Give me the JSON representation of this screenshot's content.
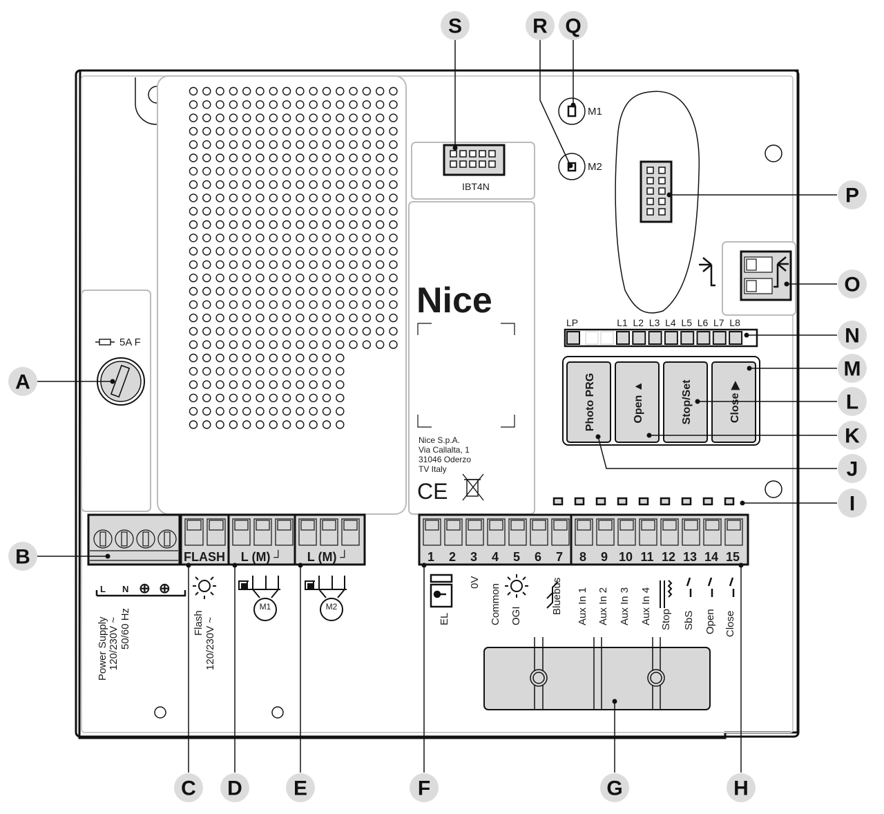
{
  "title": "Nice control unit terminal and component diagram",
  "brand": {
    "logo": "Nice",
    "address": [
      "Nice S.p.A.",
      "Via Callalta, 1",
      "31046 Oderzo",
      "TV Italy"
    ],
    "marks": [
      "CE",
      "weee-bin-icon"
    ]
  },
  "fuse": {
    "label": "5A F"
  },
  "connector_s": {
    "label": "IBT4N"
  },
  "motor_leds": [
    {
      "label": "M1"
    },
    {
      "label": "M2"
    }
  ],
  "led_row": {
    "labels": [
      "LP",
      "L1",
      "L2",
      "L3",
      "L4",
      "L5",
      "L6",
      "L7",
      "L8"
    ]
  },
  "buttons": [
    {
      "label": "Photo PRG"
    },
    {
      "label": "Open ▲"
    },
    {
      "label": "Stop/Set"
    },
    {
      "label": "Close ▶"
    }
  ],
  "power_terminal": {
    "symbols": [
      "L",
      "N",
      "⊕",
      "⊕"
    ],
    "caption": [
      "Power Supply",
      "120/230V ~",
      "50/60 Hz"
    ]
  },
  "flash_terminal": {
    "label": "FLASH",
    "caption": [
      "Flash",
      "120/230V ~"
    ]
  },
  "motor_terminals": [
    {
      "label": "L (M) ┘",
      "motor": "M1"
    },
    {
      "label": "L (M) ┘",
      "motor": "M2"
    }
  ],
  "control_terminals": {
    "numbers": [
      "1",
      "2",
      "3",
      "4",
      "5",
      "6",
      "7",
      "8",
      "9",
      "10",
      "11",
      "12",
      "13",
      "14",
      "15"
    ],
    "functions": [
      "EL",
      "0V",
      "Common",
      "OGI",
      "Bluebus",
      "Aux In 1",
      "Aux In 2",
      "Aux In 3",
      "Aux In 4",
      "Stop",
      "SbS",
      "Open",
      "Close"
    ]
  },
  "callouts": [
    "A",
    "B",
    "C",
    "D",
    "E",
    "F",
    "G",
    "H",
    "I",
    "J",
    "K",
    "L",
    "M",
    "N",
    "O",
    "P",
    "Q",
    "R",
    "S"
  ]
}
